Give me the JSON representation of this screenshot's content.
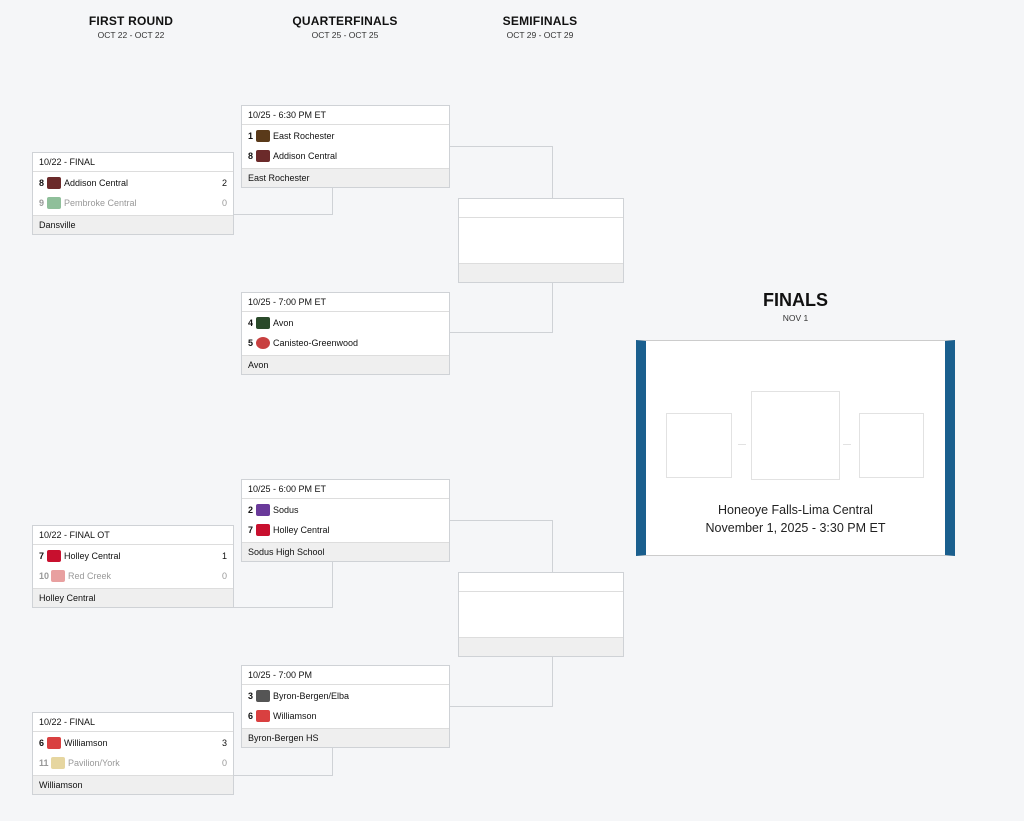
{
  "rounds": [
    {
      "title": "FIRST ROUND",
      "dates": "OCT 22 - OCT 22"
    },
    {
      "title": "QUARTERFINALS",
      "dates": "OCT 25 - OCT 25"
    },
    {
      "title": "SEMIFINALS",
      "dates": "OCT 29 - OCT 29"
    }
  ],
  "first_round": [
    {
      "status": "10/22 - FINAL",
      "teams": [
        {
          "seed": "8",
          "name": "Addison Central",
          "score": "2",
          "logo": "addison-logo",
          "color": "#6b2a2a"
        },
        {
          "seed": "9",
          "name": "Pembroke Central",
          "score": "0",
          "logo": "pembroke-logo",
          "color": "#8fbf9a"
        }
      ],
      "venue": "Dansville"
    },
    {
      "status": "10/22 - FINAL OT",
      "teams": [
        {
          "seed": "7",
          "name": "Holley Central",
          "score": "1",
          "logo": "holley-logo",
          "color": "#c8102e"
        },
        {
          "seed": "10",
          "name": "Red Creek",
          "score": "0",
          "logo": "red-creek-logo",
          "color": "#e8a0a0"
        }
      ],
      "venue": "Holley Central"
    },
    {
      "status": "10/22 - FINAL",
      "teams": [
        {
          "seed": "6",
          "name": "Williamson",
          "score": "3",
          "logo": "williamson-logo",
          "color": "#d94040"
        },
        {
          "seed": "11",
          "name": "Pavilion/York",
          "score": "0",
          "logo": "pavilion-york-logo",
          "color": "#e6d6a0"
        }
      ],
      "venue": "Williamson"
    }
  ],
  "quarterfinals": [
    {
      "status": "10/25 - 6:30 PM ET",
      "teams": [
        {
          "seed": "1",
          "name": "East Rochester",
          "logo": "east-rochester-logo",
          "color": "#5a3a1a"
        },
        {
          "seed": "8",
          "name": "Addison Central",
          "logo": "addison-logo",
          "color": "#6b2a2a"
        }
      ],
      "venue": "East Rochester"
    },
    {
      "status": "10/25 - 7:00 PM ET",
      "teams": [
        {
          "seed": "4",
          "name": "Avon",
          "logo": "avon-logo",
          "color": "#2a4a2a"
        },
        {
          "seed": "5",
          "name": "Canisteo-Greenwood",
          "logo": "canisteo-logo",
          "color": "#c84040"
        }
      ],
      "venue": "Avon"
    },
    {
      "status": "10/25 - 6:00 PM ET",
      "teams": [
        {
          "seed": "2",
          "name": "Sodus",
          "logo": "sodus-logo",
          "color": "#6a3a9a"
        },
        {
          "seed": "7",
          "name": "Holley Central",
          "logo": "holley-logo",
          "color": "#c8102e"
        }
      ],
      "venue": "Sodus High School"
    },
    {
      "status": "10/25 - 7:00 PM",
      "teams": [
        {
          "seed": "3",
          "name": "Byron-Bergen/Elba",
          "logo": "byron-bergen-logo",
          "color": "#555555"
        },
        {
          "seed": "6",
          "name": "Williamson",
          "logo": "williamson-logo",
          "color": "#d94040"
        }
      ],
      "venue": "Byron-Bergen HS"
    }
  ],
  "finals": {
    "title": "FINALS",
    "date": "NOV 1",
    "venue": "Honeoye Falls-Lima Central",
    "datetime": "November 1, 2025 - 3:30 PM ET",
    "accent": "#1a5f8e"
  }
}
